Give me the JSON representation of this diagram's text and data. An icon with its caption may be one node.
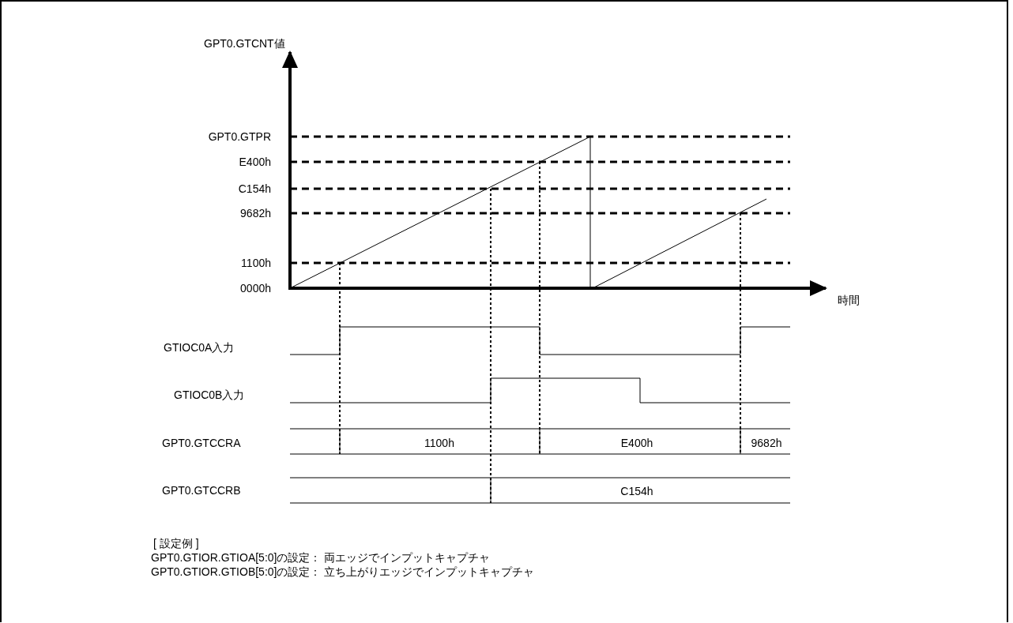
{
  "diagram": {
    "labels": [
      "GPT0.GTCNT値",
      "GPT0.GTPR",
      "E400h",
      "C154h",
      "9682h",
      "1100h",
      "0000h",
      "時間",
      "GTIOC0A入力",
      "GTIOC0B入力",
      "GPT0.GTCCRA",
      "1100h",
      "E400h",
      "9682h",
      "GPT0.GTCCRB",
      "C154h",
      "[ 設定例 ]",
      "GPT0.GTIOR.GTIOA[5:0]の設定： 両エッジでインプットキャプチャ",
      "GPT0.GTIOR.GTIOB[5:0]の設定： 立ち上がりエッジでインプットキャプチャ"
    ]
  }
}
